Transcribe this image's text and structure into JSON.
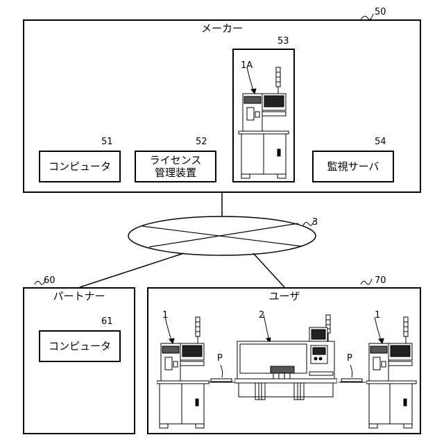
{
  "maker": {
    "ref": "50",
    "title": "メーカー"
  },
  "computer_maker": {
    "ref": "51",
    "label": "コンピュータ"
  },
  "license_mgr": {
    "ref": "52",
    "line1": "ライセンス",
    "line2": "管理装置"
  },
  "machine_53": {
    "ref": "53",
    "machine_label": "1A"
  },
  "monitor_server": {
    "ref": "54",
    "label": "監視サーバ"
  },
  "network": {
    "ref": "3"
  },
  "partner": {
    "ref": "60",
    "title": "パートナー"
  },
  "computer_partner": {
    "ref": "61",
    "label": "コンピュータ"
  },
  "user": {
    "ref": "70",
    "title": "ユーザ"
  },
  "user_machines": {
    "inspect_left_ref": "1",
    "mounter_ref": "2",
    "inspect_right_ref": "1",
    "board_left": "P",
    "board_right": "P"
  }
}
